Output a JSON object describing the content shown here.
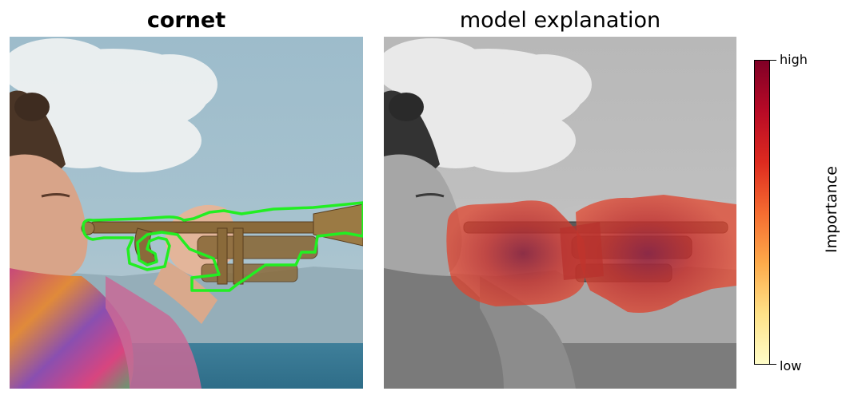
{
  "left_panel": {
    "title": "cornet",
    "outline_color": "#22ee22"
  },
  "right_panel": {
    "title": "model explanation"
  },
  "colorbar": {
    "high_label": "high",
    "low_label": "low",
    "axis_label": "Importance",
    "colormap": [
      "#fffdc8",
      "#fee187",
      "#fdaa4a",
      "#f56b30",
      "#dd2a1f",
      "#b80a26",
      "#800026"
    ]
  }
}
